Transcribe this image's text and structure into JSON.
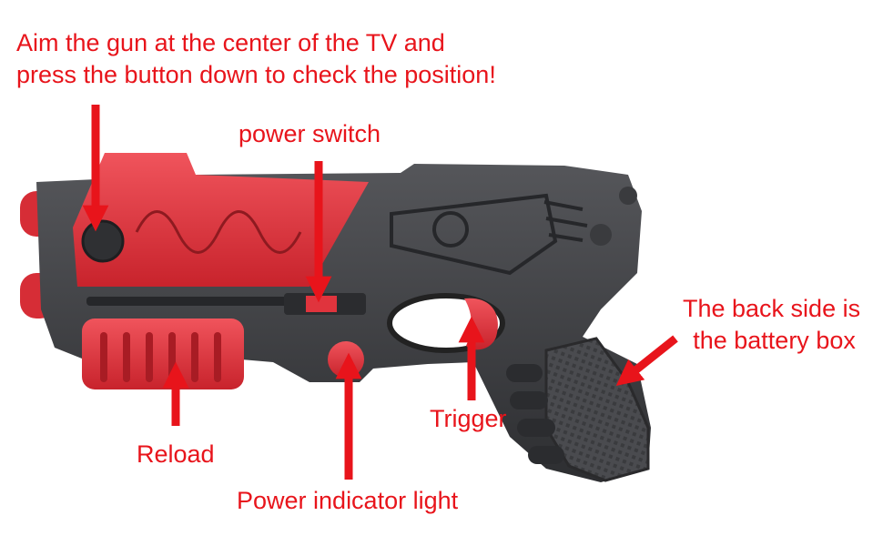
{
  "title": "",
  "labels": {
    "aim": {
      "line1": "Aim the gun at the center of the TV and",
      "line2": "press the button down to check the position!"
    },
    "power_switch": "power switch",
    "back_side": {
      "line1": "The back side is",
      "line2": "the battery box"
    },
    "trigger": "Trigger",
    "reload": "Reload",
    "power_indicator": "Power indicator light"
  },
  "colors": {
    "label_text": "#e8141b",
    "arrow": "#e8141b",
    "gun_body": "#3d3d3f",
    "gun_red": "#e0343d",
    "background": "#ffffff"
  }
}
